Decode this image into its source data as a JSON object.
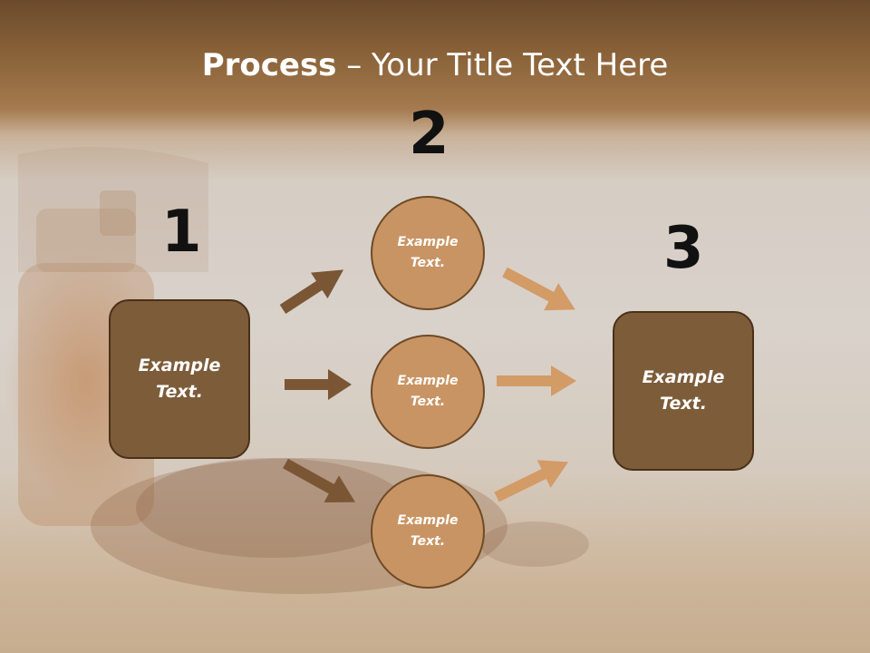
{
  "title": {
    "bold": "Process",
    "rest": " – Your Title Text Here"
  },
  "steps": {
    "one": {
      "number": "1",
      "box_text": "Example\nText."
    },
    "two": {
      "number": "2",
      "circles": [
        "Example\nText.",
        "Example\nText.",
        "Example\nText."
      ]
    },
    "three": {
      "number": "3",
      "box_text": "Example\nText."
    }
  },
  "colors": {
    "box_fill": "#7d5c3a",
    "circle_fill": "#c99463",
    "arrow_dark": "#7a5634",
    "arrow_light": "#d39b66"
  }
}
